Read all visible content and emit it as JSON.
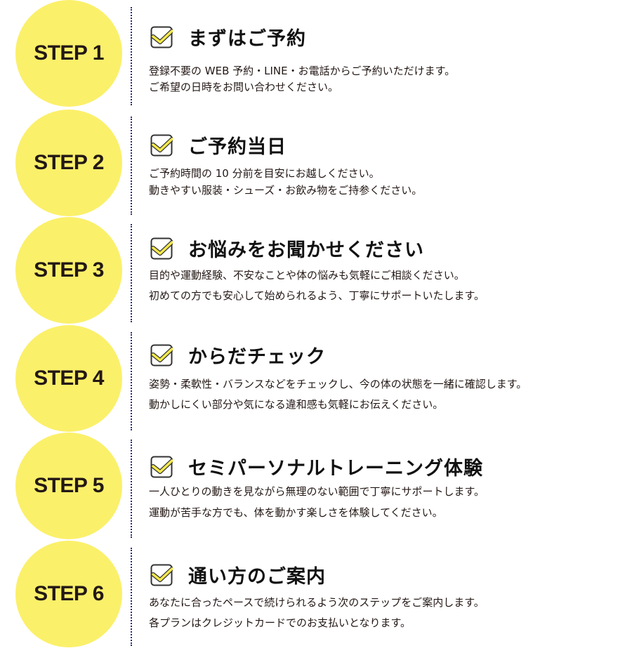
{
  "colors": {
    "circle_fill": "#fbf06a",
    "divider": "#2b2a7a",
    "check_mark": "#f3e84a",
    "check_box_border": "#333333",
    "text": "#231815"
  },
  "steps": [
    {
      "label": "STEP 1",
      "icon": "checkbox-checked-icon",
      "title": "まずはご予約",
      "lines": [
        "登録不要の WEB 予約・LINE・お電話からご予約いただけます。",
        "ご希望の日時をお問い合わせください。"
      ]
    },
    {
      "label": "STEP 2",
      "icon": "checkbox-checked-icon",
      "title": "ご予約当日",
      "lines": [
        "ご予約時間の 10 分前を目安にお越しください。",
        "動きやすい服装・シューズ・お飲み物をご持参ください。"
      ]
    },
    {
      "label": "STEP 3",
      "icon": "checkbox-checked-icon",
      "title": "お悩みをお聞かせください",
      "lines": [
        "目的や運動経験、不安なことや体の悩みも気軽にご相談ください。",
        "初めての方でも安心して始められるよう、丁寧にサポートいたします。"
      ]
    },
    {
      "label": "STEP 4",
      "icon": "checkbox-checked-icon",
      "title": "からだチェック",
      "lines": [
        "姿勢・柔軟性・バランスなどをチェックし、今の体の状態を一緒に確認します。",
        "動かしにくい部分や気になる違和感も気軽にお伝えください。"
      ]
    },
    {
      "label": "STEP 5",
      "icon": "checkbox-checked-icon",
      "title": "セミパーソナルトレーニング体験",
      "lines": [
        "一人ひとりの動きを見ながら無理のない範囲で丁寧にサポートします。",
        "運動が苦手な方でも、体を動かす楽しさを体験してください。"
      ]
    },
    {
      "label": "STEP 6",
      "icon": "checkbox-checked-icon",
      "title": "通い方のご案内",
      "lines": [
        "あなたに合ったペースで続けられるよう次のステップをご案内します。",
        "各プランはクレジットカードでのお支払いとなります。"
      ]
    }
  ]
}
